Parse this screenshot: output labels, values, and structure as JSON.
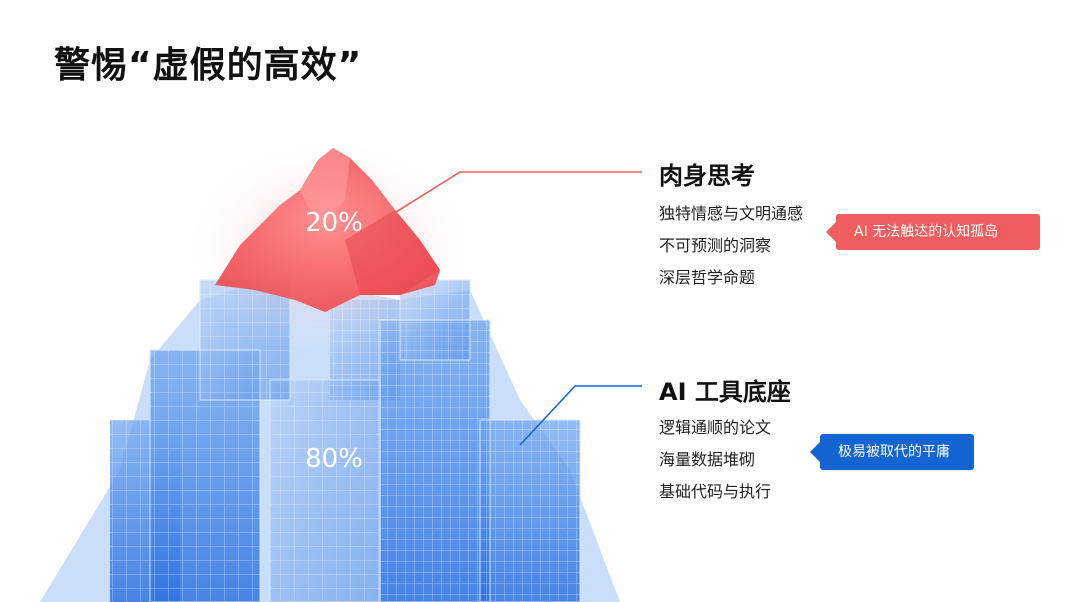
{
  "title": "警惕“虚假的高效”",
  "top": {
    "percent": "20%",
    "heading": "肉身思考",
    "items": [
      "独特情感与文明通感",
      "不可预测的洞察",
      "深层哲学命题"
    ],
    "badge": "AI 无法触达的认知孤岛",
    "color": "#ef5d5e"
  },
  "bottom": {
    "percent": "80%",
    "heading": "AI 工具底座",
    "items": [
      "逻辑通顺的论文",
      "海量数据堆砌",
      "基础代码与执行"
    ],
    "badge": "极易被取代的平庸",
    "color": "#1464d2"
  }
}
